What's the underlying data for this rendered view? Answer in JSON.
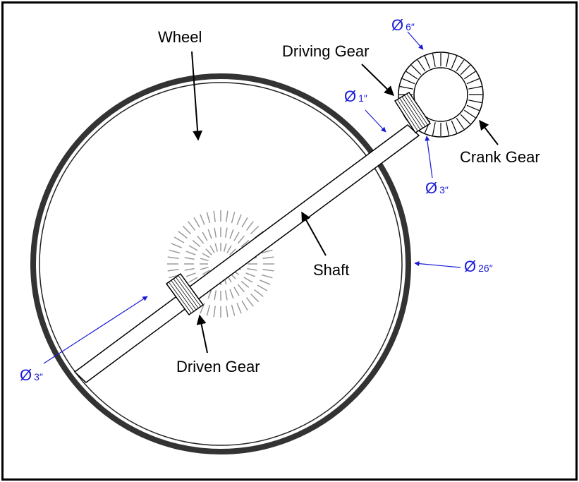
{
  "labels": {
    "wheel": "Wheel",
    "driving_gear": "Driving Gear",
    "crank_gear": "Crank Gear",
    "shaft": "Shaft",
    "driven_gear": "Driven Gear"
  },
  "dimensions": {
    "symbol": "Ø",
    "crank_gear_diameter": "6″",
    "shaft_diameter": "1″",
    "driving_gear_diameter": "3″",
    "wheel_diameter": "26″",
    "driven_gear_diameter": "3″"
  },
  "colors": {
    "outline": "#000000",
    "dimension": "#1a1ad6",
    "hidden_gear": "#9a9a9a"
  }
}
